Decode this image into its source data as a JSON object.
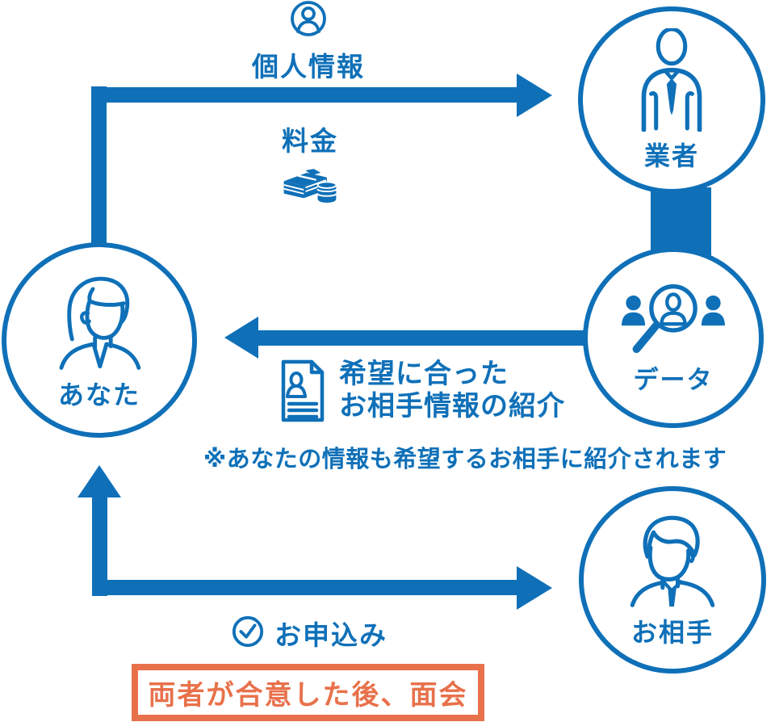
{
  "colors": {
    "primary_blue": "#0f70b8",
    "accent_orange": "#e8714b",
    "background": "#ffffff"
  },
  "nodes": {
    "you": {
      "label": "あなた"
    },
    "agency": {
      "label": "業者"
    },
    "data": {
      "label": "データ"
    },
    "partner": {
      "label": "お相手"
    }
  },
  "flows": {
    "personal_info": {
      "label": "個人情報"
    },
    "fee": {
      "label": "料金"
    },
    "introduction": {
      "line1": "希望に合った",
      "line2": "お相手情報の紹介"
    },
    "application": {
      "label": "お申込み"
    }
  },
  "note": {
    "text": "※あなたの情報も希望するお相手に紹介されます"
  },
  "footer": {
    "text": "両者が合意した後、面会"
  },
  "icons": {
    "top_flow": "user-circle-icon",
    "fee_flow": "money-icon",
    "introduction_flow": "profile-document-icon",
    "application_flow": "check-circle-icon",
    "you_node": "woman-icon",
    "agency_node": "businessman-icon",
    "data_node": "search-people-icon",
    "partner_node": "man-icon"
  }
}
